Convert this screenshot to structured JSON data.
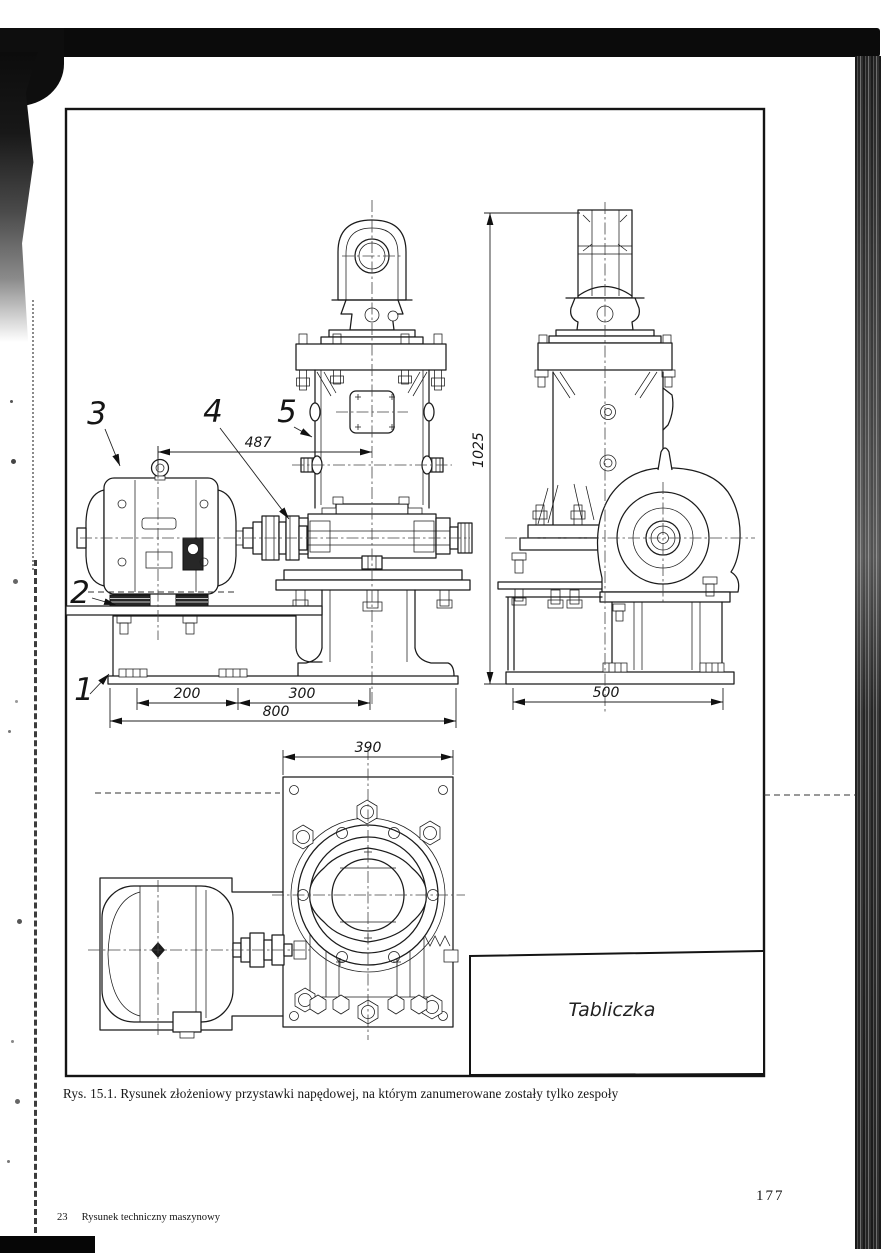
{
  "figure": {
    "caption": "Rys. 15.1. Rysunek złożeniowy przystawki napędowej, na którym zanumerowane zostały tylko zespoły",
    "title_block_label": "Tabliczka",
    "part_labels": [
      "1",
      "2",
      "3",
      "4",
      "5"
    ],
    "dimensions": {
      "span": "487",
      "height": "1025",
      "base_left": "200",
      "base_mid": "300",
      "base_total": "800",
      "side_width": "500",
      "plate_width": "390"
    }
  },
  "page": {
    "number": "177",
    "sheet_number": "23",
    "series_title": "Rysunek techniczny maszynowy"
  },
  "colors": {
    "paper": "#ffffff",
    "ink": "#1b1b1b",
    "scan_black": "#0b0b0b"
  }
}
